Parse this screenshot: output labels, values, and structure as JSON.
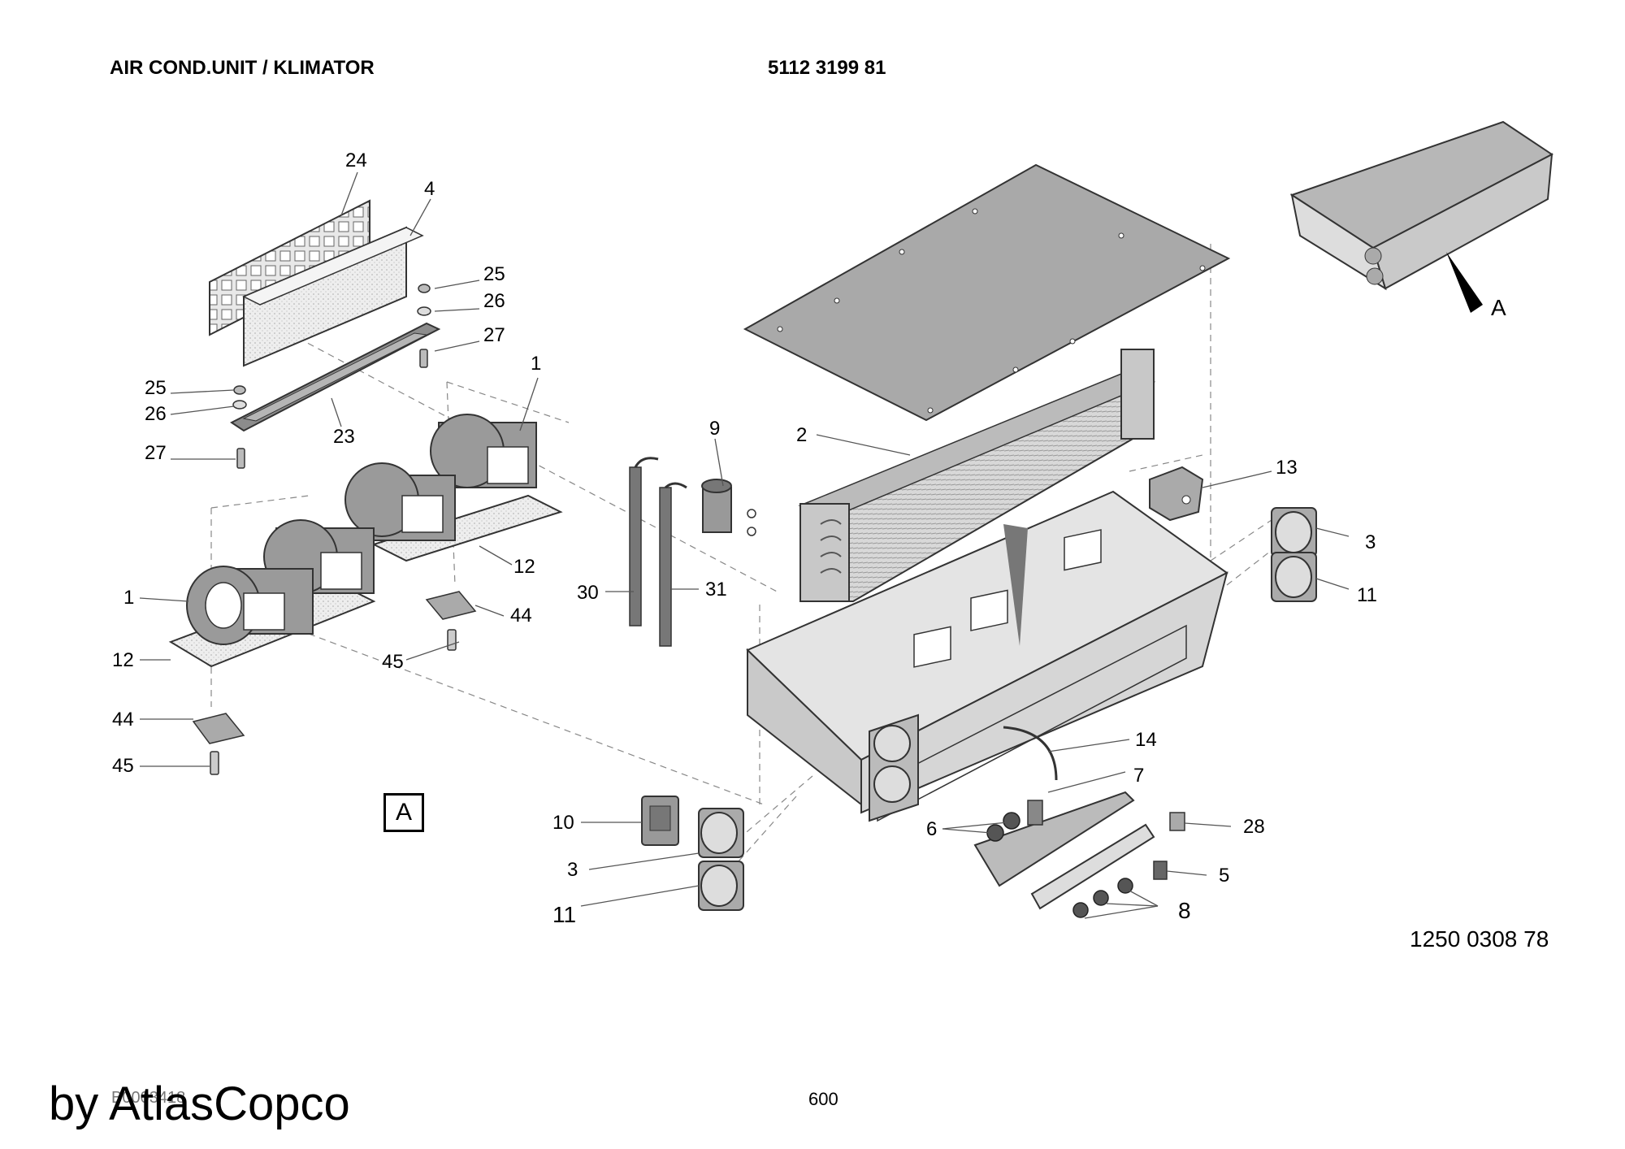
{
  "header": {
    "title": "AIR COND.UNIT / KLIMATOR",
    "part_number": "5112 3199 81"
  },
  "callouts": [
    {
      "id": "c24",
      "text": "24"
    },
    {
      "id": "c4",
      "text": "4"
    },
    {
      "id": "c25a",
      "text": "25"
    },
    {
      "id": "c26a",
      "text": "26"
    },
    {
      "id": "c27a",
      "text": "27"
    },
    {
      "id": "c1a",
      "text": "1"
    },
    {
      "id": "c25b",
      "text": "25"
    },
    {
      "id": "c26b",
      "text": "26"
    },
    {
      "id": "c23",
      "text": "23"
    },
    {
      "id": "c27b",
      "text": "27"
    },
    {
      "id": "c12a",
      "text": "12"
    },
    {
      "id": "c1b",
      "text": "1"
    },
    {
      "id": "c44a",
      "text": "44"
    },
    {
      "id": "c45a",
      "text": "45"
    },
    {
      "id": "c12b",
      "text": "12"
    },
    {
      "id": "c44b",
      "text": "44"
    },
    {
      "id": "c45b",
      "text": "45"
    },
    {
      "id": "c9",
      "text": "9"
    },
    {
      "id": "c2",
      "text": "2"
    },
    {
      "id": "c30",
      "text": "30"
    },
    {
      "id": "c31",
      "text": "31"
    },
    {
      "id": "c13",
      "text": "13"
    },
    {
      "id": "c3a",
      "text": "3"
    },
    {
      "id": "c11a",
      "text": "11"
    },
    {
      "id": "c14",
      "text": "14"
    },
    {
      "id": "c7",
      "text": "7"
    },
    {
      "id": "c6",
      "text": "6"
    },
    {
      "id": "c28",
      "text": "28"
    },
    {
      "id": "c5",
      "text": "5"
    },
    {
      "id": "c8",
      "text": "8"
    },
    {
      "id": "c10",
      "text": "10"
    },
    {
      "id": "c3b",
      "text": "3"
    },
    {
      "id": "c11b",
      "text": "11"
    },
    {
      "id": "cA",
      "text": "A"
    }
  ],
  "view_label": "A",
  "drawing_ref": "1250 0308 78",
  "footer": {
    "code": "B0003418",
    "page": "600",
    "brand": "by AtlasCopco"
  }
}
